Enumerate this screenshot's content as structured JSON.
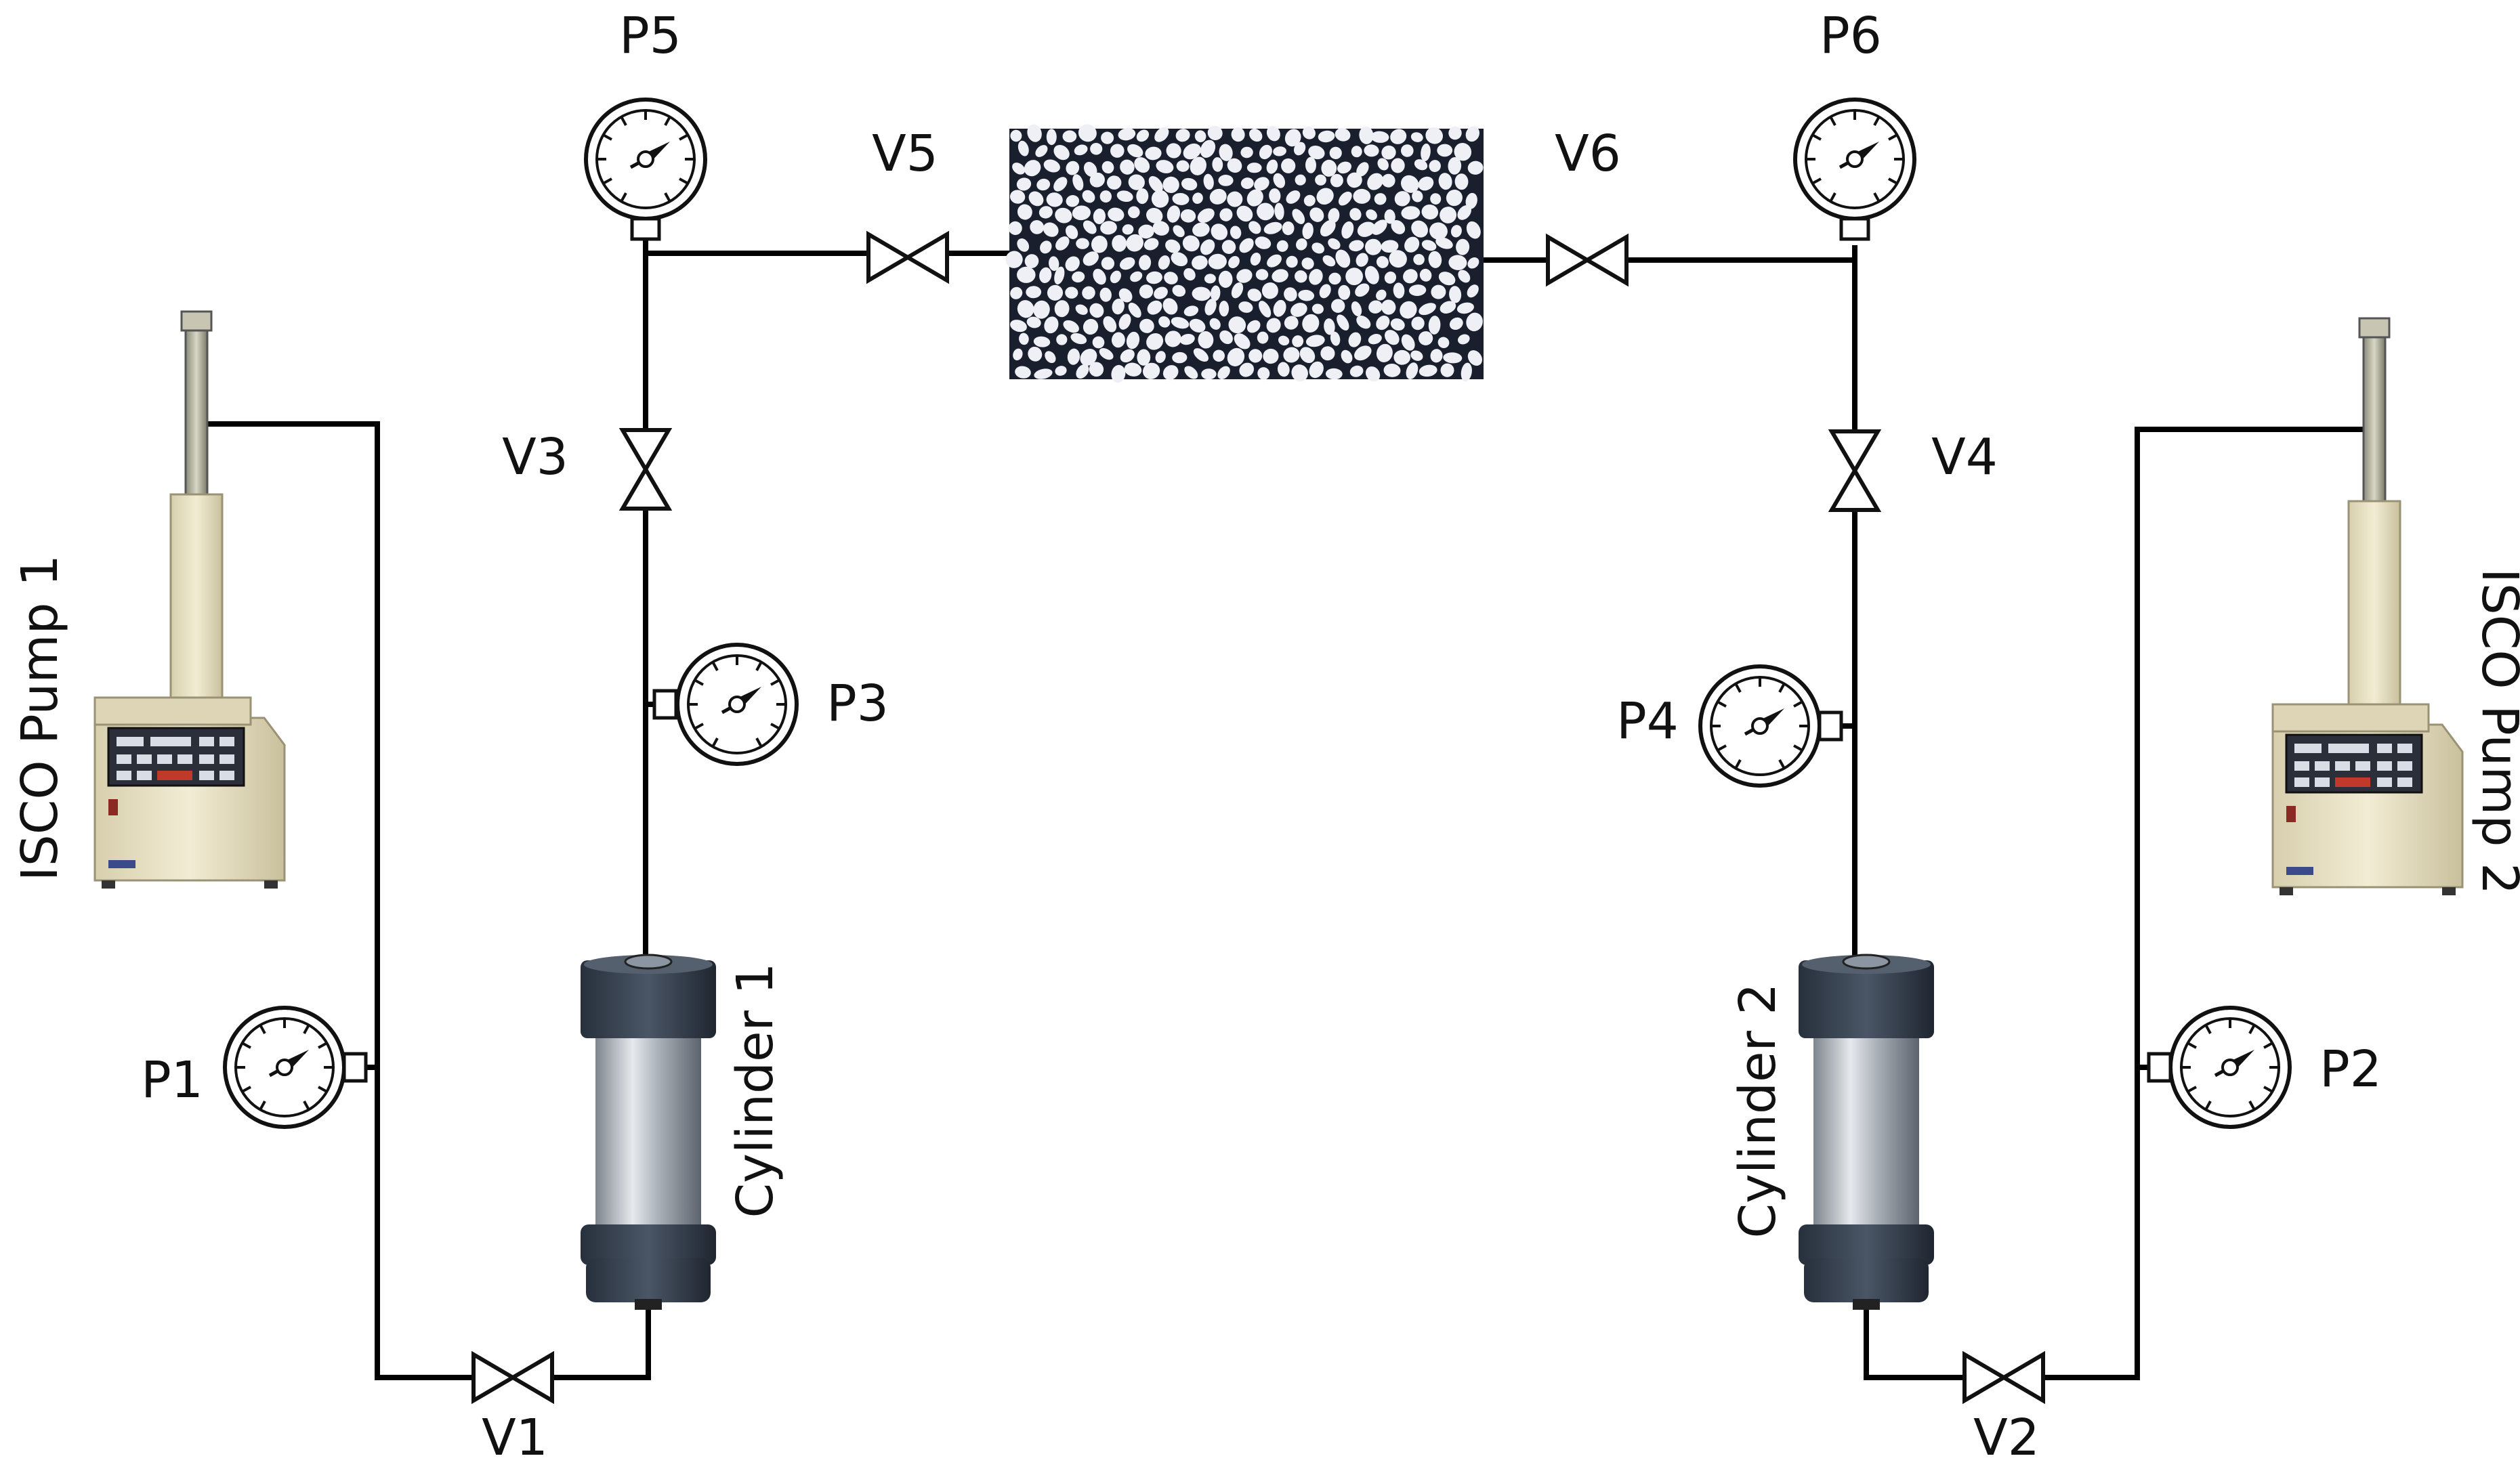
{
  "labels": {
    "p1": "P1",
    "p2": "P2",
    "p3": "P3",
    "p4": "P4",
    "p5": "P5",
    "p6": "P6",
    "v1": "V1",
    "v2": "V2",
    "v3": "V3",
    "v4": "V4",
    "v5": "V5",
    "v6": "V6",
    "pump1": "ISCO Pump 1",
    "pump2": "ISCO Pump 2",
    "cylinder1": "Cylinder 1",
    "cylinder2": "Cylinder 2"
  },
  "icons": {
    "gauge": "pressure-gauge-icon",
    "valve": "valve-icon",
    "pump": "syringe-pump-icon",
    "cylinder": "accumulator-cylinder-icon",
    "core": "porous-media-core-icon"
  },
  "colors": {
    "pipe": "#000000",
    "core_background": "#1a1f2e",
    "core_grain": "#eef0f6",
    "cylinder_cap": "#3a4656",
    "cylinder_body": "#b8bec6",
    "pump_body": "#ece4c6"
  }
}
